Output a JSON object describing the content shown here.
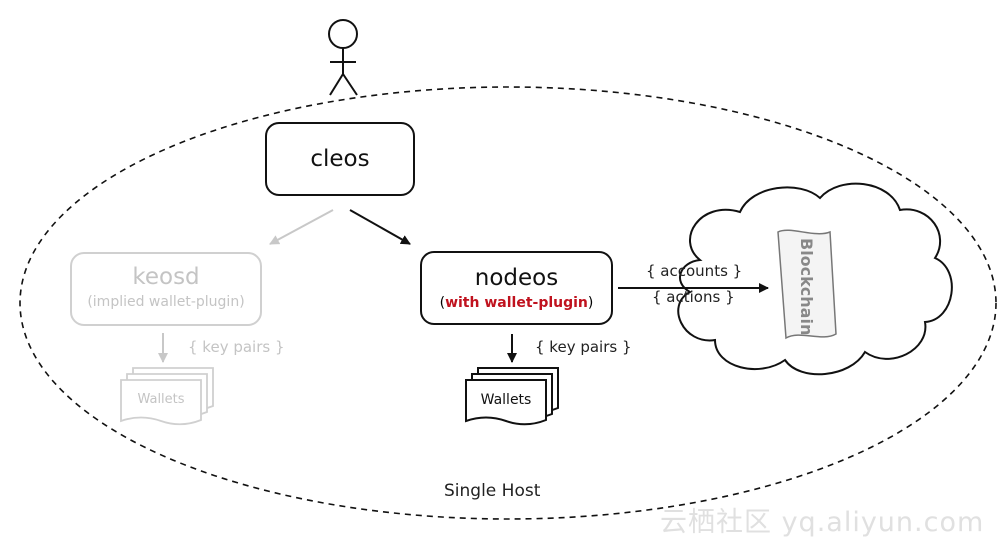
{
  "host": {
    "label": "Single Host"
  },
  "cleos": {
    "label": "cleos"
  },
  "keosd": {
    "label": "keosd",
    "sublabel": "(implied wallet-plugin)"
  },
  "nodeos": {
    "label": "nodeos",
    "sub_open": "(",
    "sub_highlight": "with wallet-plugin",
    "sub_close": ")"
  },
  "left_wallets": {
    "label": "Wallets",
    "edge_label": "{ key pairs }"
  },
  "right_wallets": {
    "label": "Wallets",
    "edge_label": "{ key pairs }"
  },
  "blockchain": {
    "label": "Blockchain",
    "edge_label_1": "{ accounts }",
    "edge_label_2": "{ actions }"
  },
  "watermark": {
    "text": "云栖社区 yq.aliyun.com"
  },
  "colors": {
    "active": "#111111",
    "faded": "#c8c8c8",
    "highlight": "#c0121e"
  }
}
